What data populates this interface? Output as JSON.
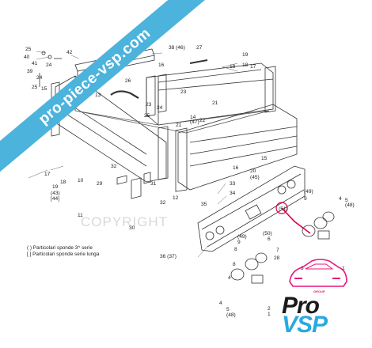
{
  "watermark_banner": "pro-piece-vsp.com",
  "copyright_text": "COPYRIGHT",
  "legend": {
    "line1": "( ) Particolari sponde 3^ serie",
    "line2": "[ ] Particolari sponde serie lunga"
  },
  "brand": {
    "word1": "Pro",
    "word2": "VSP",
    "tag": "GROUP",
    "colors": {
      "pro": "#1a1a1a",
      "vsp": "#2aa9e0",
      "accent": "#e8177a",
      "banner": "#4cb3dc"
    }
  },
  "callouts": [
    "25",
    "40",
    "41",
    "42",
    "38 (46)",
    "27",
    "39",
    "24",
    "24",
    "25",
    "15",
    "19",
    "18",
    "17",
    "16",
    "26",
    "13",
    "23",
    "23",
    "24",
    "21",
    "25",
    "14",
    "(47)",
    "22",
    "21",
    "18",
    "32",
    "10",
    "29",
    "17",
    "18",
    "19",
    "(43)",
    "[44]",
    "31",
    "32",
    "30",
    "11",
    "12",
    "33",
    "34",
    "16",
    "15",
    "20",
    "(45)",
    "35",
    "36 (37)",
    "9",
    "(49)",
    "4",
    "5",
    "(48)",
    "(51)",
    "28",
    "7",
    "(50)",
    "6",
    "9",
    "(49)",
    "4",
    "8",
    "8",
    "3",
    "1",
    "2",
    "4",
    "5",
    "(48)",
    "1"
  ]
}
